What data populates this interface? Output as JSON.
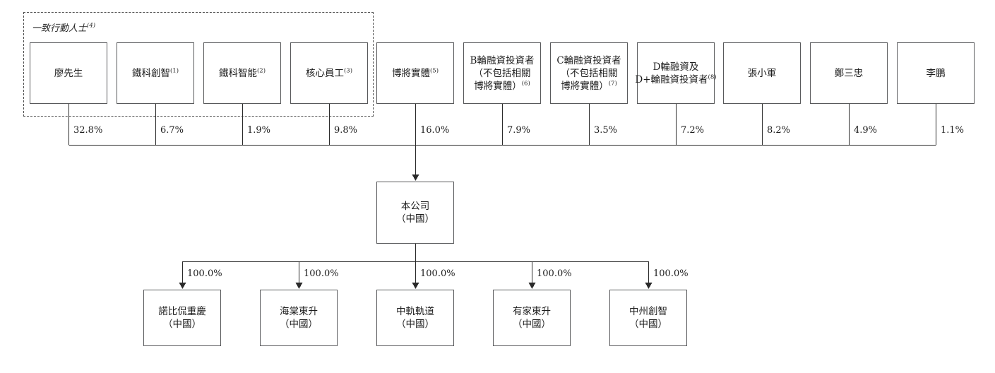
{
  "diagram": {
    "title": "shareholding-structure",
    "group_label": {
      "text": "一致行動人士",
      "sup": "(4)"
    },
    "shareholders": [
      {
        "lines": [
          "廖先生"
        ],
        "sup": "",
        "pct": "32.8%"
      },
      {
        "lines": [
          "鐵科創智"
        ],
        "sup": "(1)",
        "pct": "6.7%"
      },
      {
        "lines": [
          "鐵科智能"
        ],
        "sup": "(2)",
        "pct": "1.9%"
      },
      {
        "lines": [
          "核心員工"
        ],
        "sup": "(3)",
        "pct": "9.8%"
      },
      {
        "lines": [
          "博將實體"
        ],
        "sup": "(5)",
        "pct": "16.0%"
      },
      {
        "lines": [
          "B輪融資投資者",
          "（不包括相關",
          "博將實體）"
        ],
        "sup": "(6)",
        "pct": "7.9%"
      },
      {
        "lines": [
          "C輪融資投資者",
          "（不包括相關",
          "博將實體）"
        ],
        "sup": "(7)",
        "pct": "3.5%"
      },
      {
        "lines": [
          "D輪融資及",
          "D+輪融資投資者"
        ],
        "sup": "(8)",
        "pct": "7.2%"
      },
      {
        "lines": [
          "張小軍"
        ],
        "sup": "",
        "pct": "8.2%"
      },
      {
        "lines": [
          "鄭三忠"
        ],
        "sup": "",
        "pct": "4.9%"
      },
      {
        "lines": [
          "李鵬"
        ],
        "sup": "",
        "pct": "1.1%"
      }
    ],
    "company": {
      "name": "本公司",
      "country": "（中國）"
    },
    "subsidiaries": [
      {
        "name": "諾比侃重慶",
        "country": "（中國）",
        "pct": "100.0%"
      },
      {
        "name": "海棠東升",
        "country": "（中國）",
        "pct": "100.0%"
      },
      {
        "name": "中軌軌道",
        "country": "（中國）",
        "pct": "100.0%"
      },
      {
        "name": "有家東升",
        "country": "（中國）",
        "pct": "100.0%"
      },
      {
        "name": "中州創智",
        "country": "（中國）",
        "pct": "100.0%"
      }
    ],
    "colors": {
      "line": "#2a2a2a",
      "box_border": "#58595b",
      "background": "#ffffff"
    }
  }
}
